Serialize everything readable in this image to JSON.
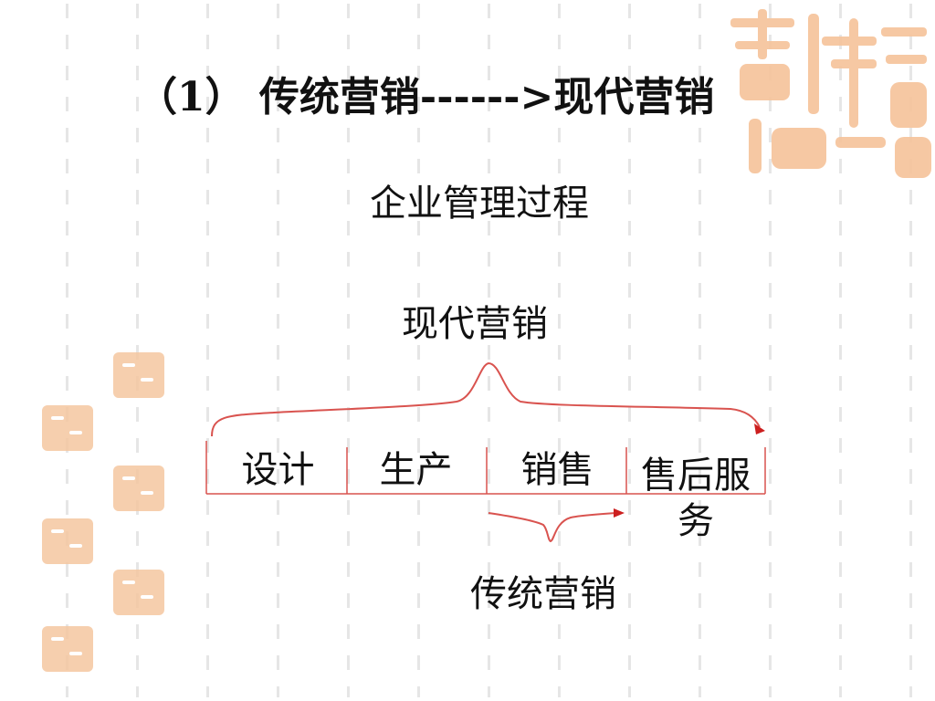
{
  "slide": {
    "title": "（1）  传统营销------>现代营销",
    "subtitle": "企业管理过程",
    "modern_label": "现代营销",
    "traditional_label": "传统营销",
    "stages": [
      "设计",
      "生产",
      "销售",
      "售后服务"
    ],
    "stage_4_lines": [
      "售后服",
      "务"
    ]
  },
  "colors": {
    "text": "#111111",
    "line": "#d9534f",
    "arrow": "#cc1f1f",
    "seal": "#f5c7a0"
  },
  "decor": {
    "seal_icon": "lucky-seal-icon"
  }
}
